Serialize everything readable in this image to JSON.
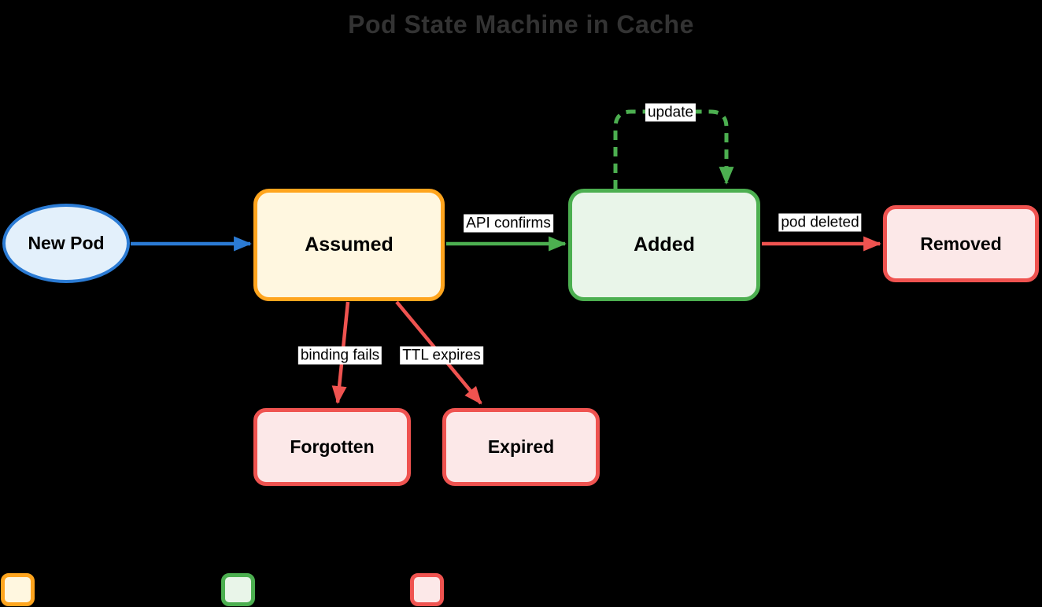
{
  "title": "Pod State Machine in Cache",
  "nodes": {
    "new_pod": {
      "label": "New Pod",
      "shape": "ellipse",
      "border_color": "#2b7bd4",
      "fill_color": "#e3f0fb"
    },
    "assumed": {
      "label": "Assumed",
      "shape": "rounded-rect",
      "border_color": "#ffa51e",
      "fill_color": "#fff7e0"
    },
    "added": {
      "label": "Added",
      "shape": "rounded-rect",
      "border_color": "#4caf50",
      "fill_color": "#e9f5e9"
    },
    "removed": {
      "label": "Removed",
      "shape": "rounded-rect",
      "border_color": "#ef5350",
      "fill_color": "#fce8e8"
    },
    "forgotten": {
      "label": "Forgotten",
      "shape": "rounded-rect",
      "border_color": "#ef5350",
      "fill_color": "#fce8e8"
    },
    "expired": {
      "label": "Expired",
      "shape": "rounded-rect",
      "border_color": "#ef5350",
      "fill_color": "#fce8e8"
    }
  },
  "edges": {
    "new_pod_to_assumed": {
      "label": "",
      "color": "#2b7bd4",
      "style": "solid"
    },
    "assumed_to_added": {
      "label": "API confirms",
      "color": "#4caf50",
      "style": "solid"
    },
    "added_self_loop": {
      "label": "update",
      "color": "#4caf50",
      "style": "dashed"
    },
    "added_to_removed": {
      "label": "pod deleted",
      "color": "#ef5350",
      "style": "solid"
    },
    "assumed_to_forgotten": {
      "label": "binding fails",
      "color": "#ef5350",
      "style": "solid"
    },
    "assumed_to_expired": {
      "label": "TTL expires",
      "color": "#ef5350",
      "style": "solid"
    }
  },
  "legend": {
    "swatches": [
      {
        "name": "assumed-style",
        "border_color": "#ffa51e",
        "fill_color": "#fff7e0"
      },
      {
        "name": "added-style",
        "border_color": "#4caf50",
        "fill_color": "#e9f5e9"
      },
      {
        "name": "terminal-style",
        "border_color": "#ef5350",
        "fill_color": "#fce8e8"
      }
    ]
  },
  "colors": {
    "background": "#000000",
    "title_text": "#333333",
    "edge_label_bg": "#ffffff",
    "edge_label_text": "#000000",
    "node_label_text": "#000000"
  }
}
